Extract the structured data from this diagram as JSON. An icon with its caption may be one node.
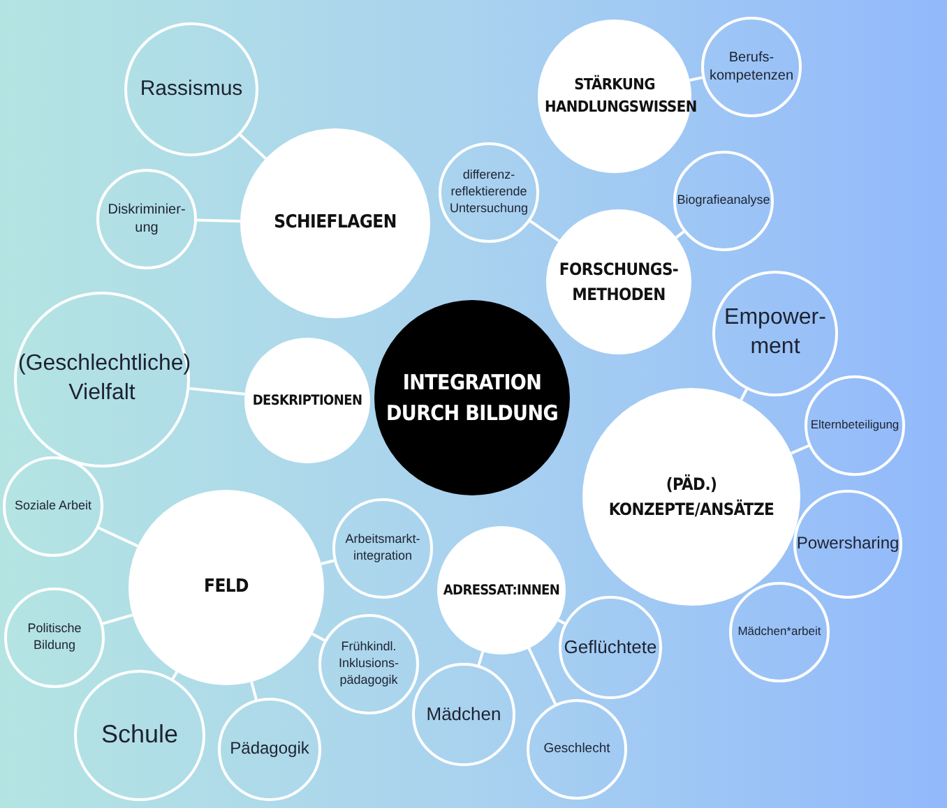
{
  "diagram": {
    "nodes": [
      {
        "text": [
          "Rassismus"
        ]
      },
      {
        "text": [
          "STÄRKUNG HANDLUNGSWISSEN"
        ]
      },
      {
        "text": [
          "Berufs- kompetenzen"
        ]
      },
      {
        "text": [
          "Diskriminier- ung"
        ]
      },
      {
        "text": [
          "SCHIEFLAGEN"
        ]
      },
      {
        "text": [
          "differenz- reflektierende Untersuchung"
        ]
      },
      {
        "text": [
          "Biografieanalyse"
        ]
      },
      {
        "text": [
          "FORSCHUNGS- METHODEN"
        ]
      },
      {
        "text": [
          "(Geschlechtliche) Vielfalt"
        ]
      },
      {
        "text": [
          "DESKRIPTIONEN"
        ]
      },
      {
        "text": [
          "Empower- ment"
        ]
      },
      {
        "text": [
          "INTEGRATION DURCH BILDUNG"
        ]
      },
      {
        "text": [
          "Elternbeteiligung"
        ]
      },
      {
        "text": [
          "(PÄD.) KONZEPTE/ANSÄTZE"
        ]
      },
      {
        "text": [
          "Soziale Arbeit"
        ]
      },
      {
        "text": [
          "Powersharing"
        ]
      },
      {
        "text": [
          "Arbeitsmarkt- integration"
        ]
      },
      {
        "text": [
          "FELD"
        ]
      },
      {
        "text": [
          "ADRESSAT:INNEN"
        ]
      },
      {
        "text": [
          "Politische Bildung"
        ]
      },
      {
        "text": [
          "Mädchen*arbeit"
        ]
      },
      {
        "text": [
          "Geflüchtete"
        ]
      },
      {
        "text": [
          "Frühkindl. Inklusions- pädagogik"
        ]
      },
      {
        "text": [
          "Schule"
        ]
      },
      {
        "text": [
          "Mädchen"
        ]
      },
      {
        "text": [
          "Pädagogik"
        ]
      },
      {
        "text": [
          "Geschlecht"
        ]
      }
    ],
    "edges": [
      {
        "from": 0,
        "to": 4,
        "arrow": "none"
      },
      {
        "from": 3,
        "to": 4,
        "arrow": "none"
      },
      {
        "from": 8,
        "to": 9,
        "arrow": "none"
      },
      {
        "from": 2,
        "to": 1,
        "arrow": "none"
      },
      {
        "from": 5,
        "to": 7,
        "arrow": "none"
      },
      {
        "from": 6,
        "to": 7,
        "arrow": "none"
      },
      {
        "from": 10,
        "to": 13,
        "arrow": "none"
      },
      {
        "from": 12,
        "to": 13,
        "arrow": "none"
      },
      {
        "from": 14,
        "to": 17,
        "arrow": "none"
      },
      {
        "from": 19,
        "to": 17,
        "arrow": "none"
      },
      {
        "from": 23,
        "to": 17,
        "arrow": "none"
      },
      {
        "from": 25,
        "to": 17,
        "arrow": "none"
      },
      {
        "from": 16,
        "to": 17,
        "arrow": "none"
      },
      {
        "from": 22,
        "to": 17,
        "arrow": "none"
      },
      {
        "from": 21,
        "to": 18,
        "arrow": "none"
      },
      {
        "from": 24,
        "to": 18,
        "arrow": "none"
      },
      {
        "from": 26,
        "to": 18,
        "arrow": "none"
      }
    ]
  }
}
